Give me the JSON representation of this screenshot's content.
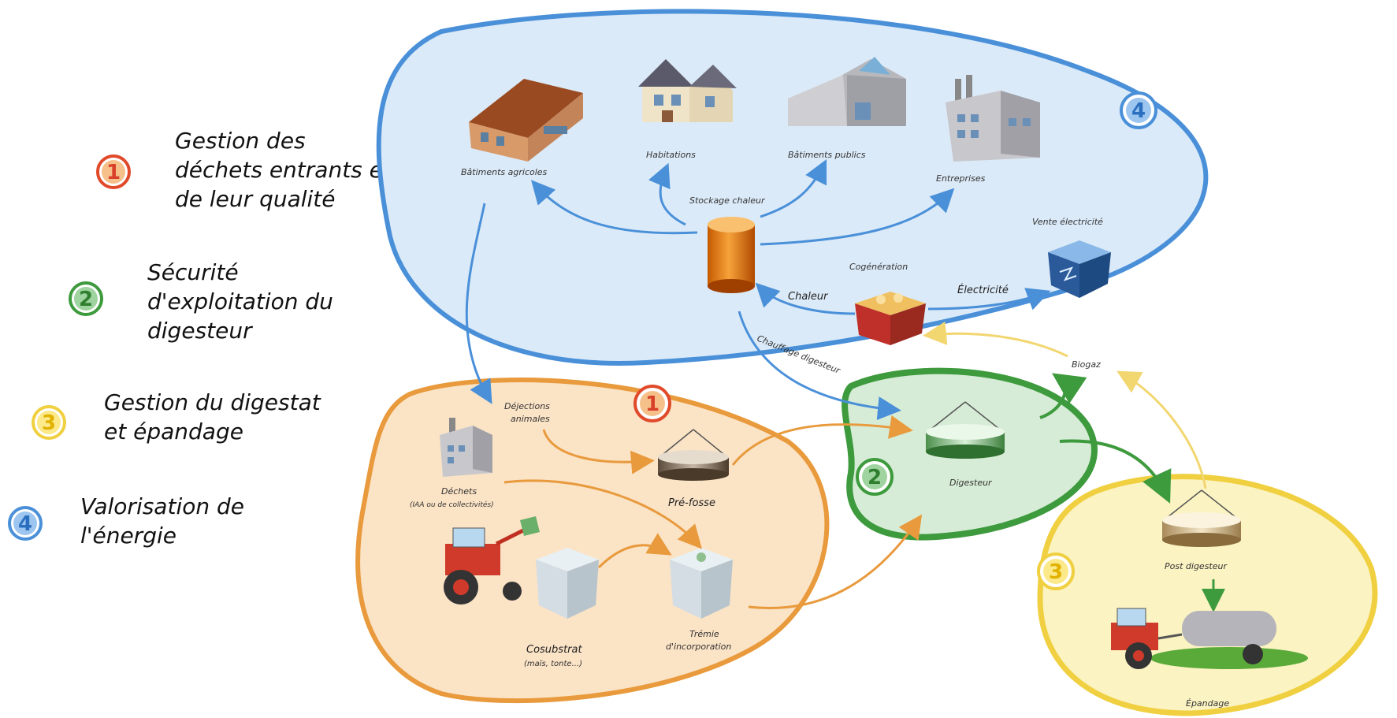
{
  "legend": {
    "l1": "Gestion des\ndéchets entrants et\nde leur qualité",
    "l2": "Sécurité\nd'exploitation du\ndigesteur",
    "l3": "Gestion du digestat\net épandage",
    "l4": "Valorisation de\nl'énergie"
  },
  "badges": {
    "b1": "1",
    "b2": "2",
    "b3": "3",
    "b4": "4"
  },
  "labels": {
    "batiments_agricoles": "Bâtiments agricoles",
    "habitations": "Habitations",
    "batiments_publics": "Bâtiments publics",
    "entreprises": "Entreprises",
    "stockage_chaleur": "Stockage chaleur",
    "vente_electricite": "Vente électricité",
    "cogeneration": "Cogénération",
    "chaleur": "Chaleur",
    "electricite": "Électricité",
    "chauffage_digesteur": "Chauffage digesteur",
    "biogaz": "Biogaz",
    "dejections_1": "Déjections",
    "dejections_2": "animales",
    "dechets": "Déchets",
    "dechets_sub": "(IAA ou de collectivités)",
    "pre_fosse": "Pré-fosse",
    "digesteur": "Digesteur",
    "post_digesteur": "Post digesteur",
    "cosubstrat": "Cosubstrat",
    "cosubstrat_sub": "(maïs, tonte...)",
    "tremie_1": "Trémie",
    "tremie_2": "d'incorporation",
    "epandage": "Épandage"
  },
  "colors": {
    "blue": "#4a90d9",
    "blue_zone": "#dbeaf8",
    "orange": "#e89a3c",
    "orange_zone": "#fbe3c6",
    "green": "#3d9a3d",
    "green_zone": "#d6ecd6",
    "yellow": "#f0d040",
    "yellow_zone": "#fbf3c2",
    "red_badge": "#e04a2a"
  }
}
